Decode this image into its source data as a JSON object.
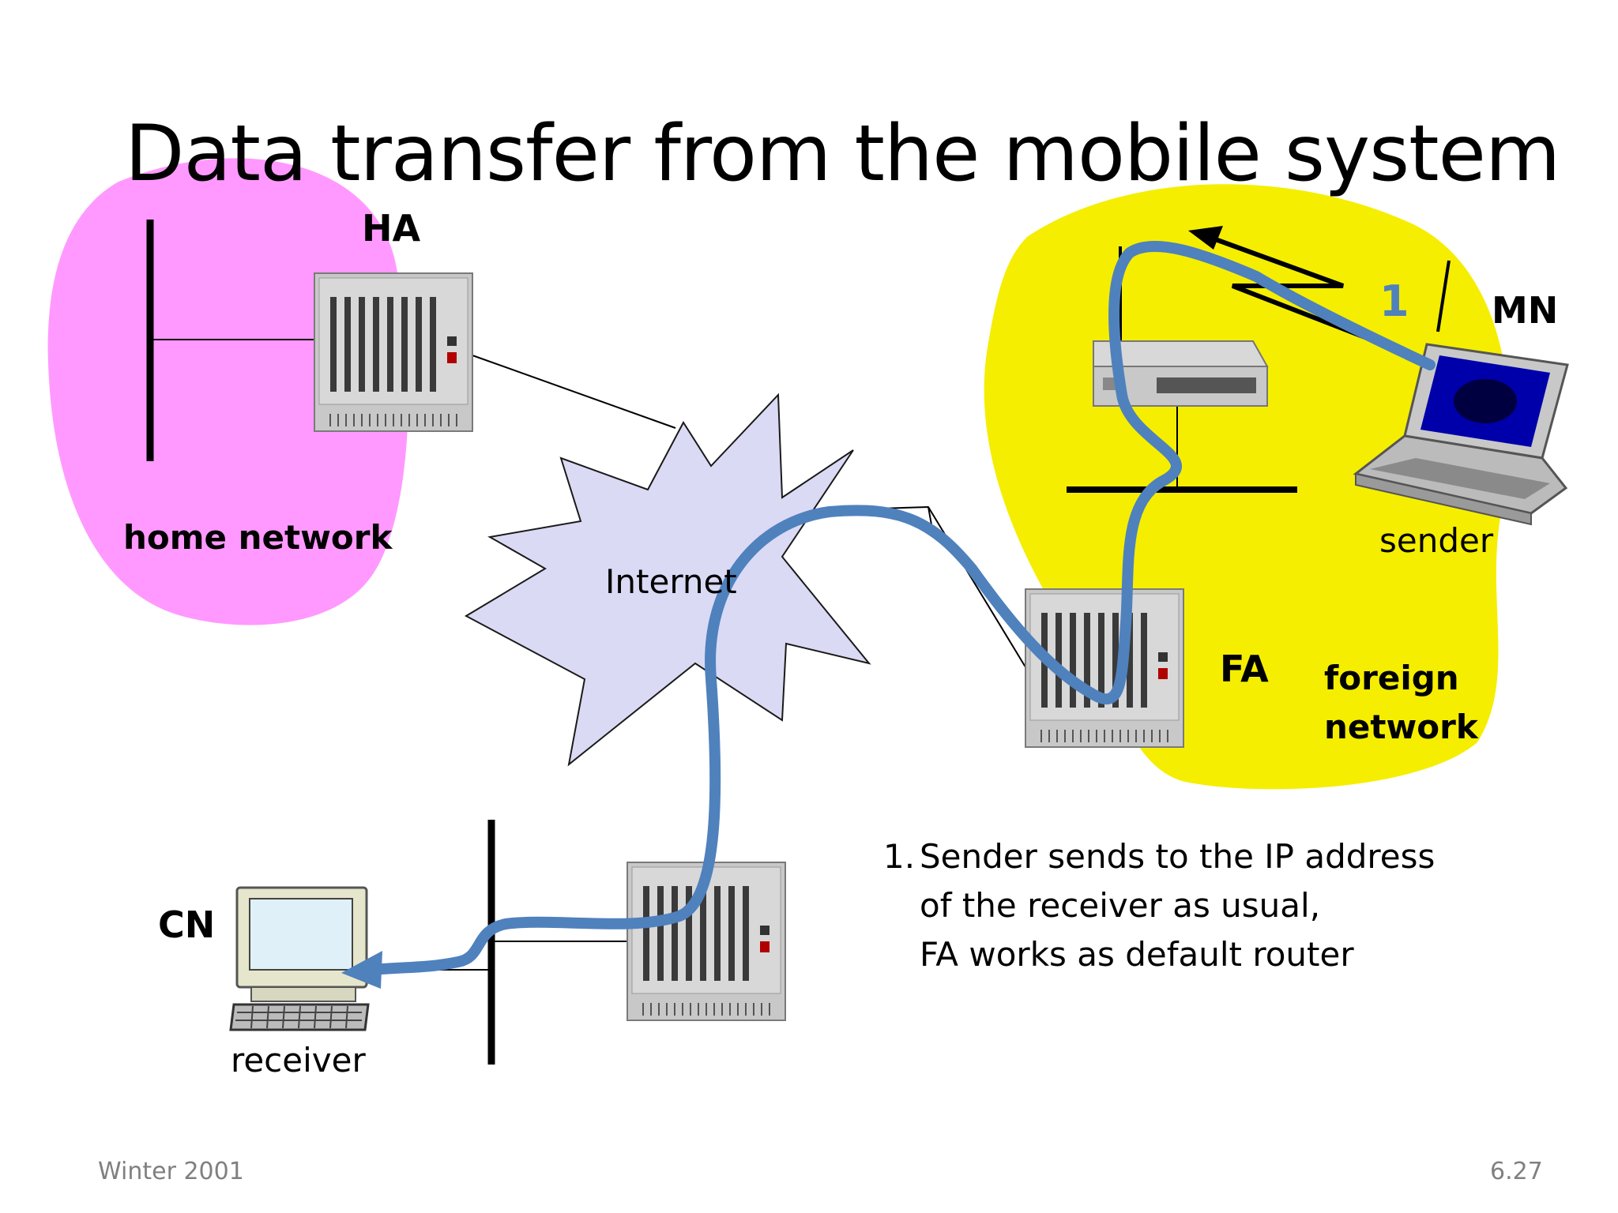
{
  "slide": {
    "title": "Data transfer from the mobile system",
    "footer_left": "Winter 2001",
    "footer_right": "6.27"
  },
  "labels": {
    "ha": "HA",
    "mn": "MN",
    "cn": "CN",
    "fa": "FA",
    "home_network": "home network",
    "foreign_network_line1": "foreign",
    "foreign_network_line2": "network",
    "sender": "sender",
    "receiver": "receiver",
    "internet": "Internet",
    "step_marker": "1"
  },
  "steps": [
    {
      "number": "1.",
      "lines": [
        "Sender sends to the IP address",
        "of the receiver as usual,",
        "FA works as default router"
      ]
    }
  ],
  "colors": {
    "home_network": "#ff99ff",
    "foreign_network": "#f5ee00",
    "internet_cloud": "#dadaf5",
    "data_path": "#4f81bd"
  }
}
